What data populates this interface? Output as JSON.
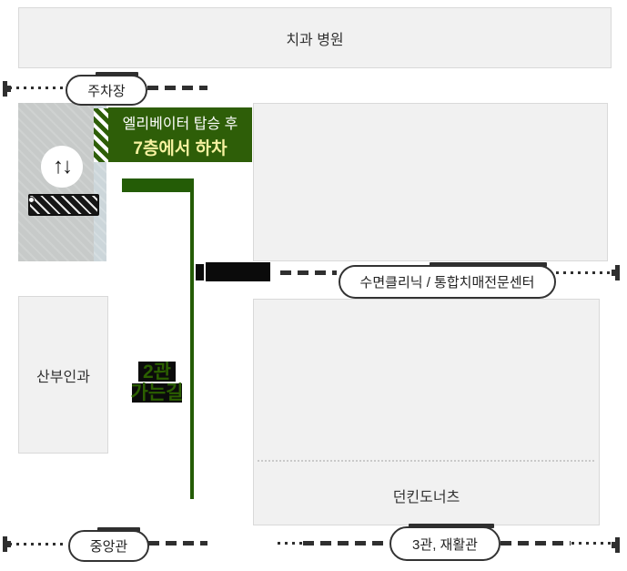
{
  "buildings": {
    "dental": {
      "label": "치과 병원"
    },
    "obgyn": {
      "label": "산부인과"
    },
    "dunkin": {
      "label": "던킨도너츠"
    }
  },
  "elevator": {
    "icon": "↑↓"
  },
  "instruction": {
    "line1": "엘리베이터 탑승 후",
    "line2": "7층에서 하차"
  },
  "path_label": {
    "line1": "2관",
    "line2": "가는길"
  },
  "routes": {
    "parking": {
      "label": "주차장"
    },
    "sleep": {
      "label": "수면클리닉 / 통합치매전문센터"
    },
    "central": {
      "label": "중앙관"
    },
    "bldg3": {
      "label": "3관, 재활관"
    }
  },
  "colors": {
    "accent_green": "#2e5e08",
    "path_green": "#245c06",
    "highlight_yellow": "#f7f2a0",
    "route_line": "#2f2f2f",
    "building_fill": "#f1f1f1",
    "building_border": "#d9d9d9"
  }
}
